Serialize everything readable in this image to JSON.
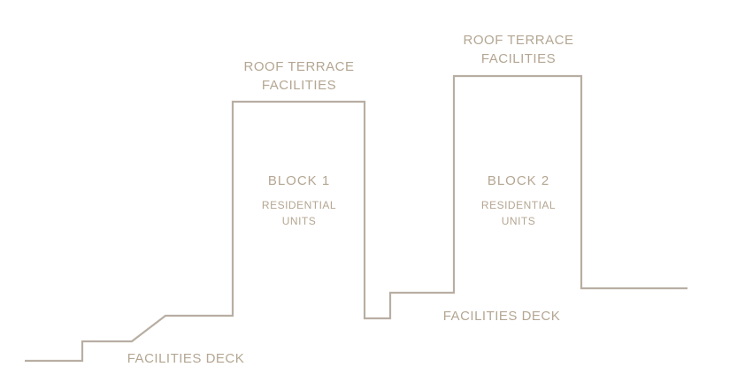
{
  "colors": {
    "line": "#b8aea2",
    "text": "#b4a692"
  },
  "labels": {
    "roof_terrace_1": [
      "ROOF TERRACE",
      "FACILITIES"
    ],
    "roof_terrace_2": [
      "ROOF TERRACE",
      "FACILITIES"
    ],
    "block_1_title": "BLOCK 1",
    "block_1_units": [
      "RESIDENTIAL",
      "UNITS"
    ],
    "block_2_title": "BLOCK 2",
    "block_2_units": [
      "RESIDENTIAL",
      "UNITS"
    ],
    "facilities_deck_left": "FACILITIES DECK",
    "facilities_deck_right": "FACILITIES DECK"
  }
}
